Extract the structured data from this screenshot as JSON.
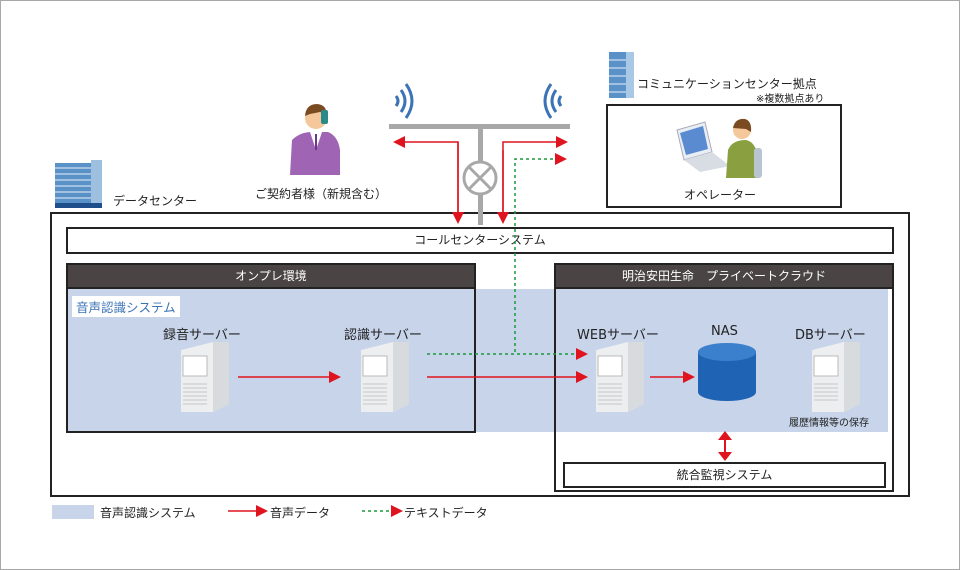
{
  "title": "Voice recognition system architecture",
  "colors": {
    "voice_arrow": "#e0141e",
    "text_arrow": "#1a9a3a",
    "system_area": "#c7d4ea",
    "header_bg": "#4a4444",
    "icon_blue": "#3b73b6"
  },
  "labels": {
    "customer": "ご契約者様（新規含む）",
    "data_center": "データセンター",
    "comm_center": "コミュニケーションセンター拠点",
    "comm_center_note": "※複数拠点あり",
    "operator": "オペレーター",
    "call_center_system": "コールセンターシステム",
    "onprem_header": "オンプレ環境",
    "voice_system_tag": "音声認識システム",
    "recording_server": "録音サーバー",
    "recognition_server": "認識サーバー",
    "cloud_header": "明治安田生命　プライベートクラウド",
    "web_server": "WEBサーバー",
    "nas": "NAS",
    "db_server": "DBサーバー",
    "db_note": "履歴情報等の保存",
    "monitoring_system": "統合監視システム"
  },
  "legend": [
    {
      "label": "音声認識システム",
      "kind": "area"
    },
    {
      "label": "音声データ",
      "kind": "voice-arrow"
    },
    {
      "label": "テキストデータ",
      "kind": "text-arrow"
    }
  ]
}
